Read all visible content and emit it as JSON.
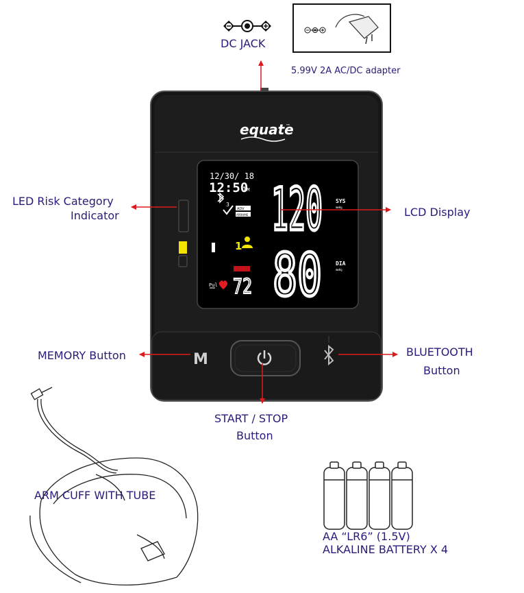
{
  "labels": {
    "dc_jack": "DC JACK",
    "adapter": "5.99V 2A AC/DC adapter",
    "led_risk_line1": "LED Risk Category",
    "led_risk_line2": "Indicator",
    "lcd_display": "LCD Display",
    "memory_button": "MEMORY Button",
    "bluetooth_line1": "BLUETOOTH",
    "bluetooth_line2": "Button",
    "start_stop_line1": "START / STOP",
    "start_stop_line2": "Button",
    "arm_cuff": "ARM CUFF WITH TUBE",
    "battery_line1": "AA “LR6” (1.5V)",
    "battery_line2": "ALKALINE BATTERY X 4"
  },
  "device": {
    "brand": "equate",
    "brand_mark": "™",
    "date": "12/30/ 18",
    "time": "12:50",
    "time_suffix": "PM",
    "systolic": "120",
    "diastolic": "80",
    "pulse": "72",
    "sys_label": "SYS",
    "dia_label": "DIA",
    "unit": "mmHg",
    "memory_key": "M",
    "user_number": "1",
    "pulse_label": "Pul",
    "adv_label": "ADV",
    "arrhme_label": "ARRHME",
    "history_digit": "3"
  },
  "colors": {
    "label_text": "#2a1a7a",
    "arrow": "#e0191b",
    "device_body": "#1b1b1b",
    "led_yellow": "#f2e400",
    "heart_red": "#e21b25"
  }
}
